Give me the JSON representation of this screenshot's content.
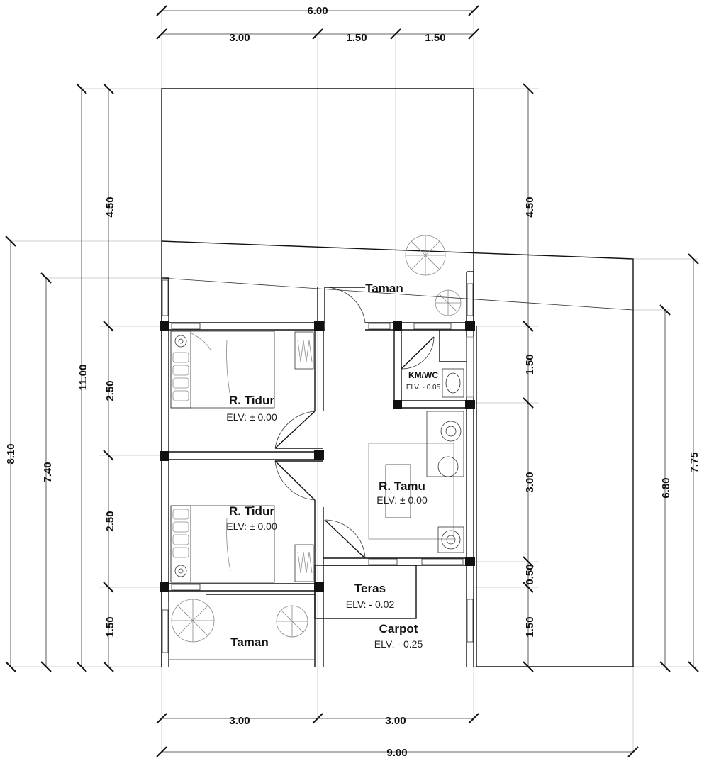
{
  "dimensions": {
    "top_total": "6.00",
    "top_segments": [
      "3.00",
      "1.50",
      "1.50"
    ],
    "bottom_segments": [
      "3.00",
      "3.00"
    ],
    "bottom_total": "9.00",
    "left_outer": "8.10",
    "left_mid": "7.40",
    "left_total": "11.00",
    "left_segments": [
      "4.50",
      "2.50",
      "2.50",
      "1.50"
    ],
    "right_segments": [
      "4.50",
      "1.50",
      "3.00",
      "0.50",
      "1.50"
    ],
    "right_mid": "6.80",
    "right_outer": "7.75"
  },
  "rooms": {
    "taman_top": {
      "name": "Taman"
    },
    "tidur_1": {
      "name": "R. Tidur",
      "elv": "ELV: ± 0.00"
    },
    "tidur_2": {
      "name": "R. Tidur",
      "elv": "ELV: ± 0.00"
    },
    "kmwc": {
      "name": "KM/WC",
      "elv": "ELV. - 0.05"
    },
    "tamu": {
      "name": "R. Tamu",
      "elv": "ELV: ± 0.00"
    },
    "teras": {
      "name": "Teras",
      "elv": "ELV: - 0.02"
    },
    "carpot": {
      "name": "Carpot",
      "elv": "ELV: - 0.25"
    },
    "taman_bottom": {
      "name": "Taman"
    }
  }
}
